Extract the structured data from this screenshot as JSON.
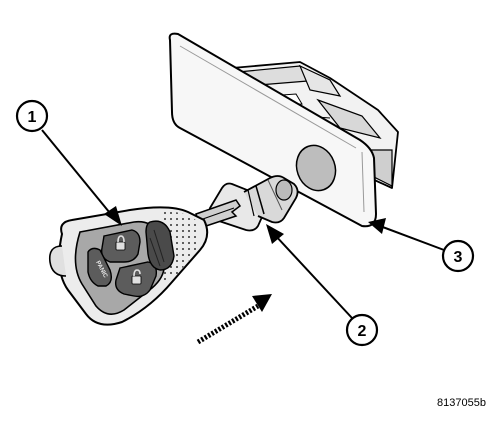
{
  "callouts": {
    "one": "1",
    "two": "2",
    "three": "3"
  },
  "fob": {
    "panic_label": "PANIC"
  },
  "figure_code": "8137055b"
}
